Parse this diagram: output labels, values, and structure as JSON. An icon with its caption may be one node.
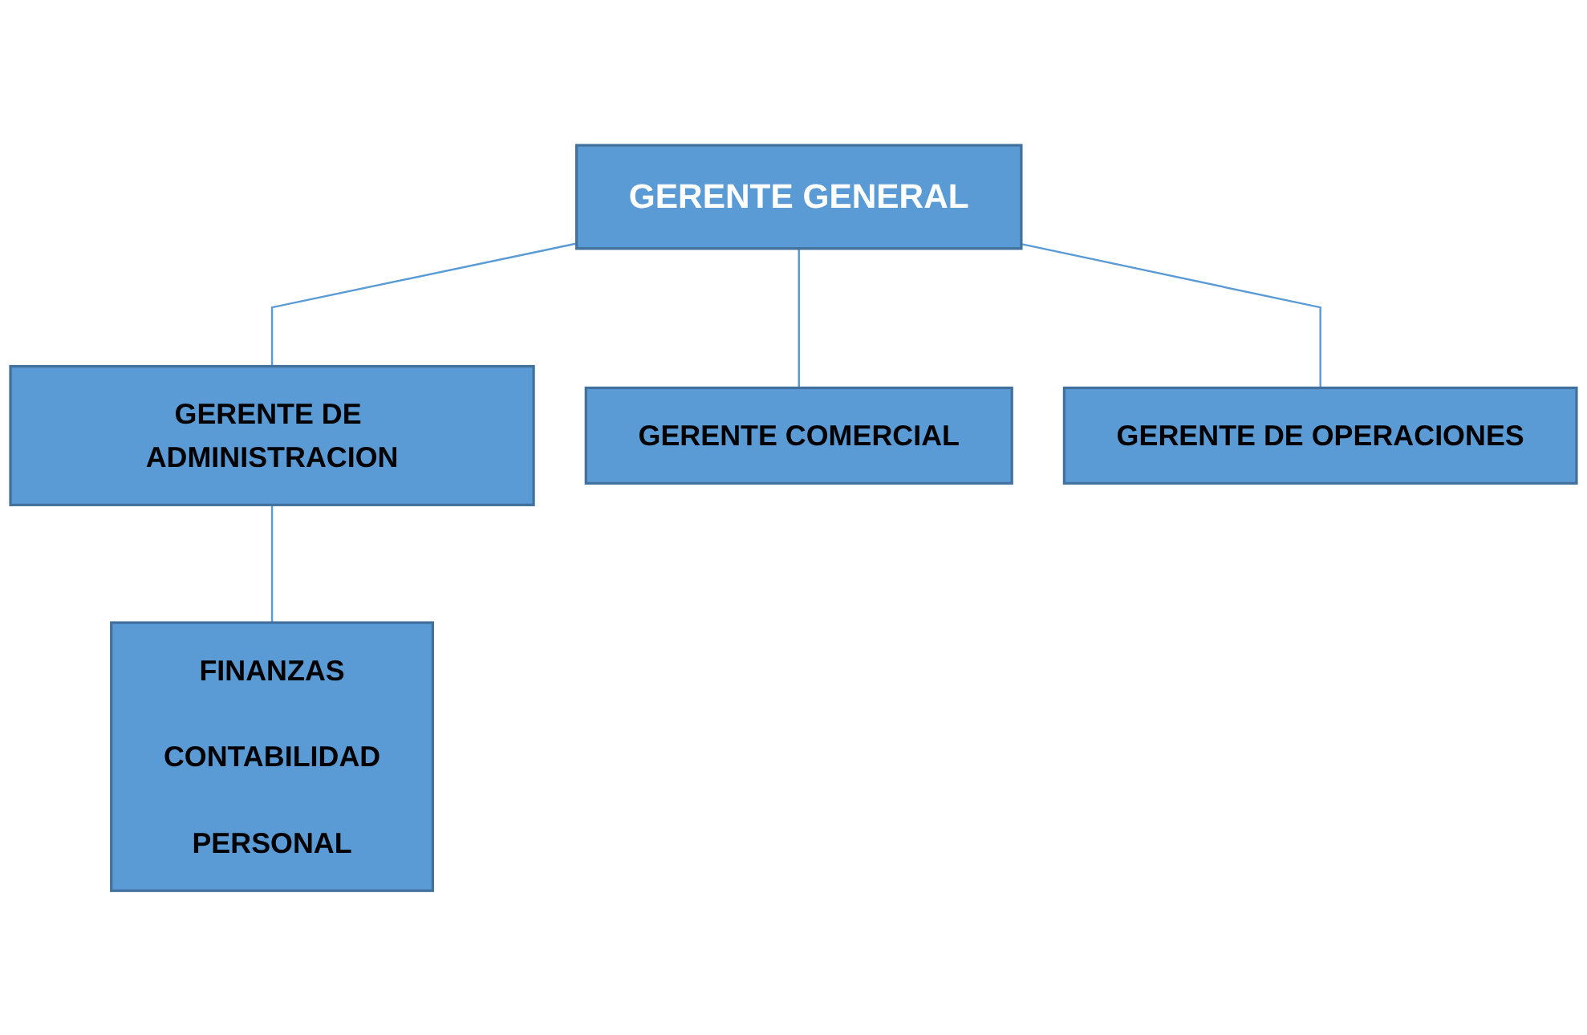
{
  "diagram": {
    "nodes": [
      {
        "text": [
          "GERENTE GENERAL"
        ]
      },
      {
        "text": [
          "GERENTE DE ADMINISTRACION"
        ]
      },
      {
        "text": [
          "GERENTE COMERCIAL"
        ]
      },
      {
        "text": [
          "GERENTE DE OPERACIONES"
        ]
      },
      {
        "text": [
          "FINANZAS",
          "CONTABILIDAD",
          "PERSONAL"
        ]
      }
    ],
    "edges": [
      {
        "from": 0,
        "to": 1,
        "arrow": "none"
      },
      {
        "from": 0,
        "to": 2,
        "arrow": "none"
      },
      {
        "from": 0,
        "to": 3,
        "arrow": "none"
      },
      {
        "from": 1,
        "to": 4,
        "arrow": "none"
      }
    ]
  }
}
